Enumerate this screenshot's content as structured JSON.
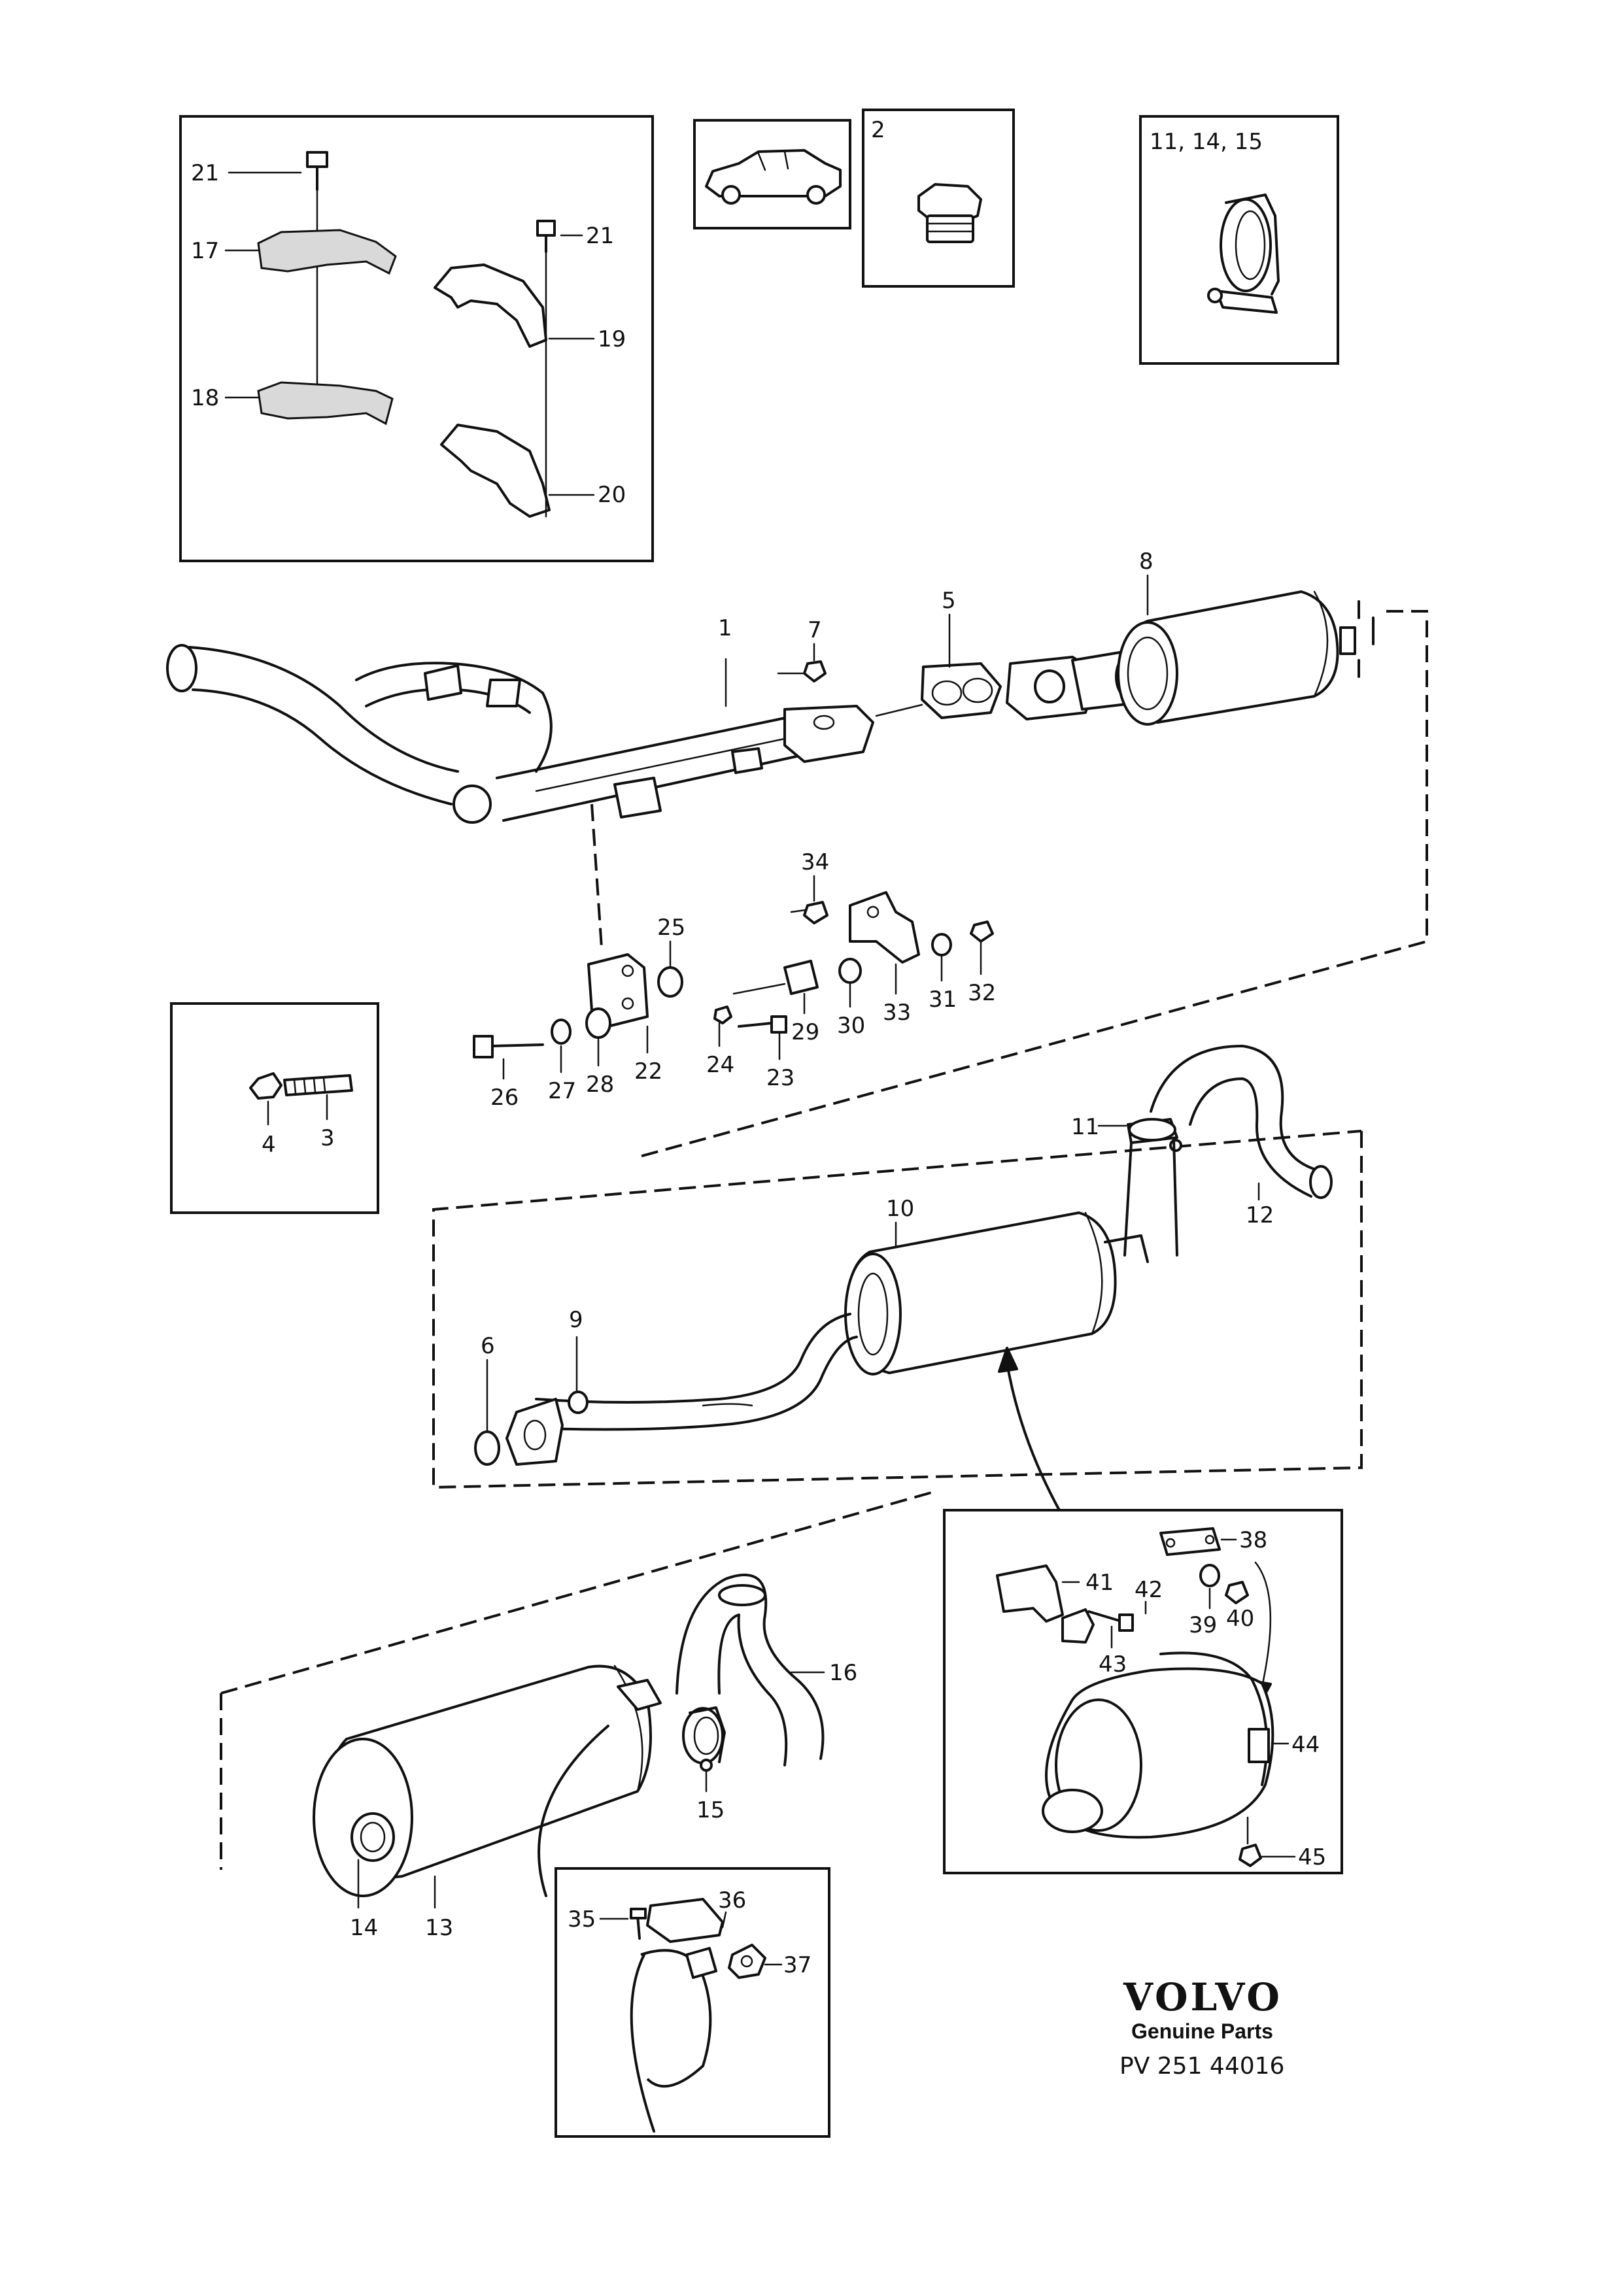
{
  "callouts": {
    "c1": "1",
    "c2": "2",
    "c3": "3",
    "c4": "4",
    "c5": "5",
    "c6": "6",
    "c7": "7",
    "c8": "8",
    "c9": "9",
    "c10": "10",
    "c11": "11",
    "c12": "12",
    "c13": "13",
    "c14": "14",
    "c15": "15",
    "c16": "16",
    "c17": "17",
    "c18": "18",
    "c19": "19",
    "c20": "20",
    "c21a": "21",
    "c21b": "21",
    "c22": "22",
    "c23": "23",
    "c24": "24",
    "c25": "25",
    "c26": "26",
    "c27": "27",
    "c28": "28",
    "c29": "29",
    "c30": "30",
    "c31": "31",
    "c32": "32",
    "c33": "33",
    "c34": "34",
    "c35": "35",
    "c36": "36",
    "c37": "37",
    "c38": "38",
    "c39": "39",
    "c40": "40",
    "c41": "41",
    "c42": "42",
    "c43": "43",
    "c44": "44",
    "c45": "45",
    "clamp_box": "11, 14, 15"
  },
  "brand": {
    "logo": "VOLVO",
    "tagline": "Genuine Parts",
    "ref": "PV 251  44016"
  }
}
